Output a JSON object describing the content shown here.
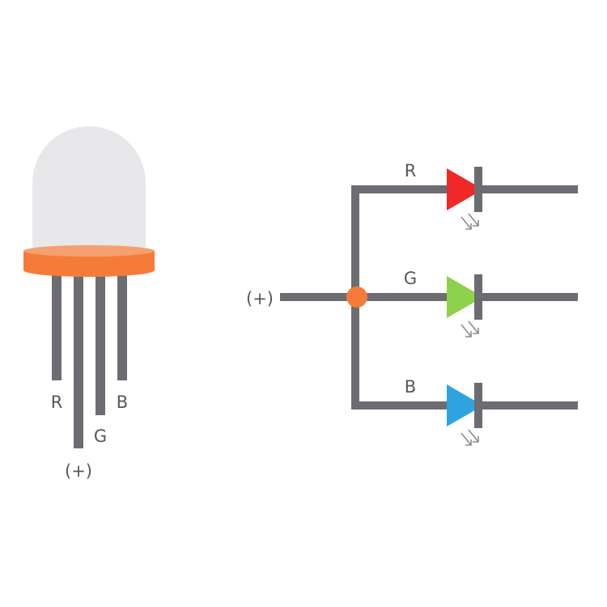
{
  "colors": {
    "wire": "#6b6d72",
    "lens": "#e8e8ea",
    "base": "#f57c38",
    "base_top": "#f4a070",
    "junction": "#f57c38",
    "led_red": "#f02828",
    "led_green": "#8cd24a",
    "led_blue": "#2fa3e0",
    "emission_arrows": "#8a8c90",
    "label_text": "#55585d"
  },
  "component": {
    "name": "rgb-led-common-anode",
    "pins": [
      {
        "id": "red",
        "label": "R"
      },
      {
        "id": "anode",
        "label": "(+)"
      },
      {
        "id": "green",
        "label": "G"
      },
      {
        "id": "blue",
        "label": "B"
      }
    ]
  },
  "schematic": {
    "input_label": "(+)",
    "branches": [
      {
        "id": "red",
        "label": "R",
        "color": "#f02828"
      },
      {
        "id": "green",
        "label": "G",
        "color": "#8cd24a"
      },
      {
        "id": "blue",
        "label": "B",
        "color": "#2fa3e0"
      }
    ]
  }
}
